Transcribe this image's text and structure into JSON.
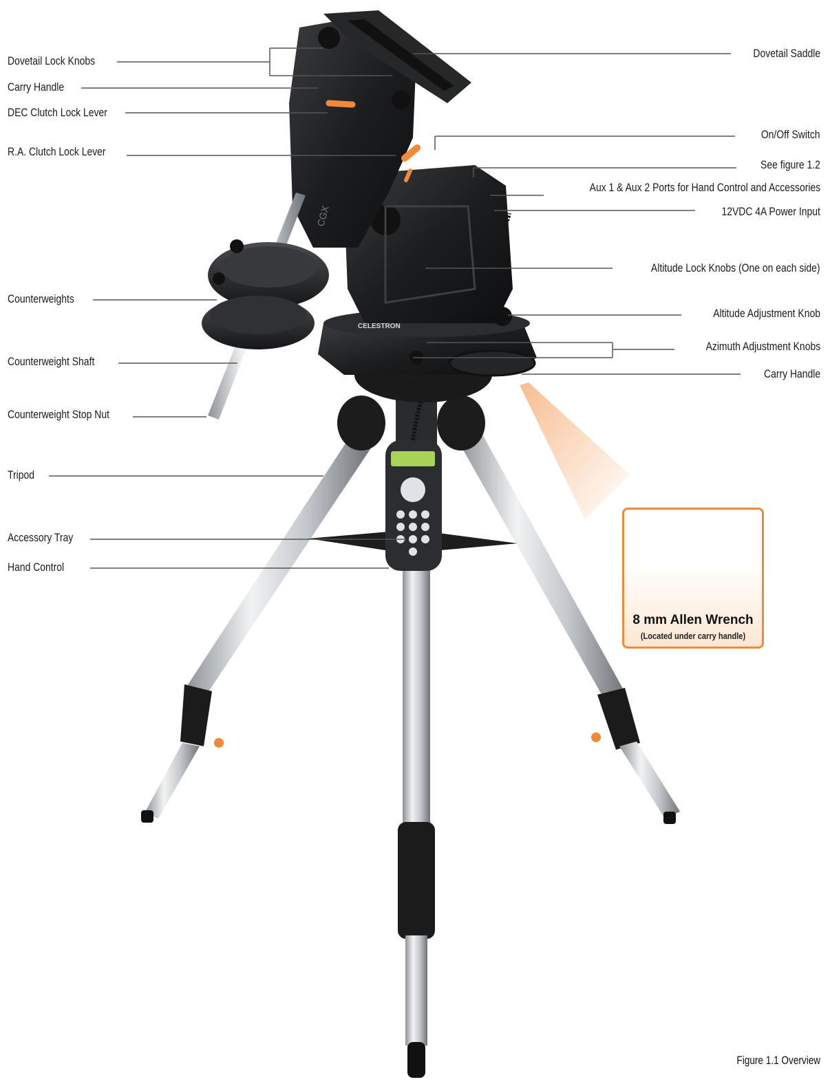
{
  "labels_left": [
    {
      "id": "dovetail-lock-knobs",
      "text": "Dovetail Lock Knobs"
    },
    {
      "id": "carry-handle-top",
      "text": "Carry Handle"
    },
    {
      "id": "dec-clutch-lock-lever",
      "text": "DEC Clutch Lock Lever"
    },
    {
      "id": "ra-clutch-lock-lever",
      "text": "R.A. Clutch Lock Lever"
    },
    {
      "id": "counterweights",
      "text": "Counterweights"
    },
    {
      "id": "counterweight-shaft",
      "text": "Counterweight Shaft"
    },
    {
      "id": "counterweight-stop-nut",
      "text": "Counterweight Stop Nut"
    },
    {
      "id": "tripod",
      "text": "Tripod"
    },
    {
      "id": "accessory-tray",
      "text": "Accessory Tray"
    },
    {
      "id": "hand-control",
      "text": "Hand Control"
    }
  ],
  "labels_right": [
    {
      "id": "dovetail-saddle",
      "text": "Dovetail Saddle"
    },
    {
      "id": "on-off-switch",
      "text": "On/Off Switch"
    },
    {
      "id": "see-figure",
      "text": "See figure 1.2"
    },
    {
      "id": "aux-ports",
      "text": "Aux 1 & Aux 2 Ports for Hand Control and Accessories"
    },
    {
      "id": "power-input",
      "text": "12VDC 4A Power Input"
    },
    {
      "id": "altitude-lock-knobs",
      "text": "Altitude Lock Knobs (One on each side)"
    },
    {
      "id": "altitude-adjustment-knob",
      "text": "Altitude Adjustment Knob"
    },
    {
      "id": "azimuth-adjustment-knobs",
      "text": "Azimuth Adjustment Knobs"
    },
    {
      "id": "carry-handle-base",
      "text": "Carry Handle"
    }
  ],
  "wrench": {
    "title": "8 mm Allen Wrench",
    "subtitle": "(Located under carry handle)"
  },
  "mount_brand": "CELESTRON",
  "mount_model": "CGX",
  "caption": "Figure 1.1 Overview",
  "colors": {
    "accent_orange": "#f08a3a",
    "leader_line": "#555555",
    "mount_black": "#1e1e1e",
    "steel": "#c9ccd0"
  }
}
